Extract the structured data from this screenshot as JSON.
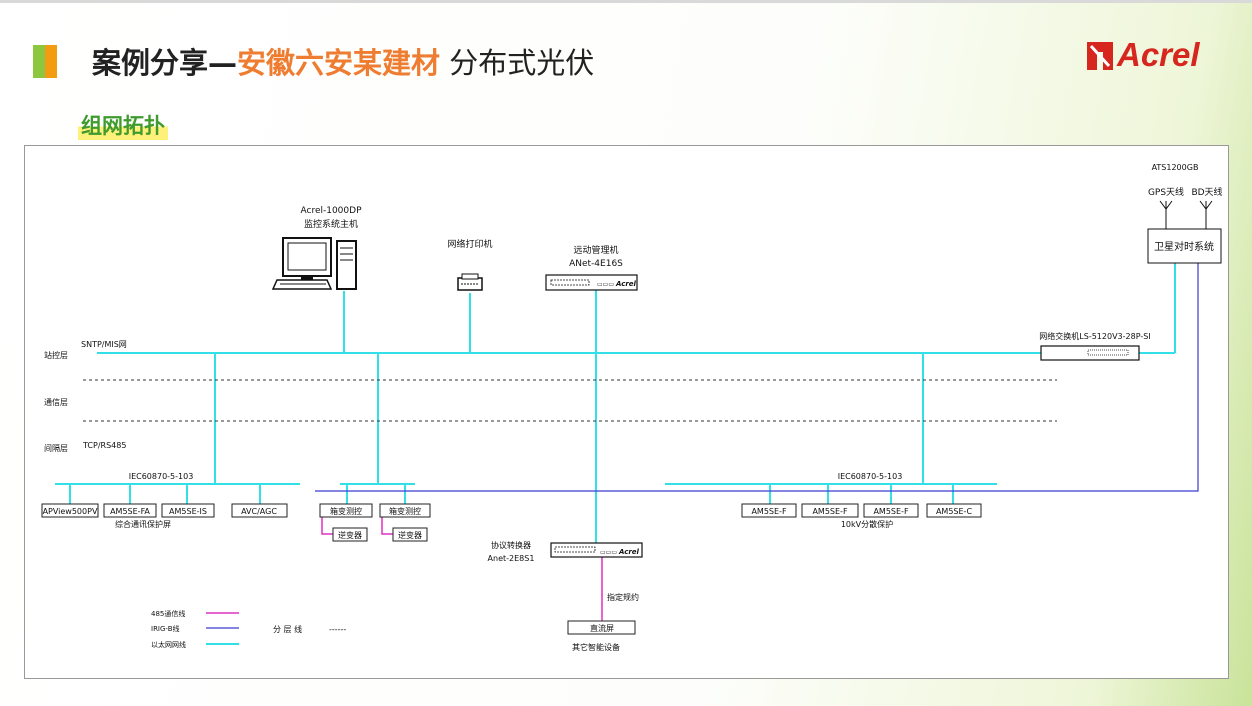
{
  "header": {
    "title_prefix": "案例分享—",
    "title_highlight": "安徽六安某建材",
    "title_suffix": " 分布式光伏",
    "logo_text": "Acrel"
  },
  "section": {
    "title": "组网拓扑"
  },
  "colors": {
    "ethernet": "#34e0e8",
    "rs485": "#e030c0",
    "irig": "#3a3ad0",
    "accent": "#ee7d31",
    "brand": "#d7261e"
  },
  "diagram": {
    "host": {
      "name": "Acrel-1000DP",
      "desc": "监控系统主机"
    },
    "printer": "网络打印机",
    "remote": {
      "name": "远动管理机",
      "model": "ANet-4E16S"
    },
    "ats": {
      "model": "ATS1200GB",
      "gps": "GPS天线",
      "bd": "BD天线",
      "box": "卫星对时系统"
    },
    "switch_label": "网络交换机LS-5120V3-28P-SI",
    "net_sntp": "SNTP/MIS网",
    "layers": {
      "station": "站控层",
      "comm": "通信层",
      "bay": "间隔层"
    },
    "bus_tcp": "TCP/RS485",
    "iec_left": "IEC60870-5-103",
    "iec_right": "IEC60870-5-103",
    "left_devices": [
      "APView500PV",
      "AM5SE-FA",
      "AM5SE-IS",
      "AVC/AGC"
    ],
    "left_group_label": "综合通讯保护屏",
    "box_devices": [
      "箱变测控",
      "箱变测控"
    ],
    "inverters": [
      "逆变器",
      "逆变器"
    ],
    "right_devices": [
      "AM5SE-F",
      "AM5SE-F",
      "AM5SE-F",
      "AM5SE-C"
    ],
    "right_group_label": "10kV分散保护",
    "converter": {
      "name": "协议转换器",
      "model": "Anet-2E8S1"
    },
    "protocol": "指定规约",
    "dc_screen": "直流屏",
    "other_devices": "其它智能设备",
    "legend": {
      "rs485": "485通信线",
      "irig": "IRIG-B线",
      "ethernet": "以太网网线",
      "layer_line": "分 层 线",
      "dash": "------"
    }
  }
}
